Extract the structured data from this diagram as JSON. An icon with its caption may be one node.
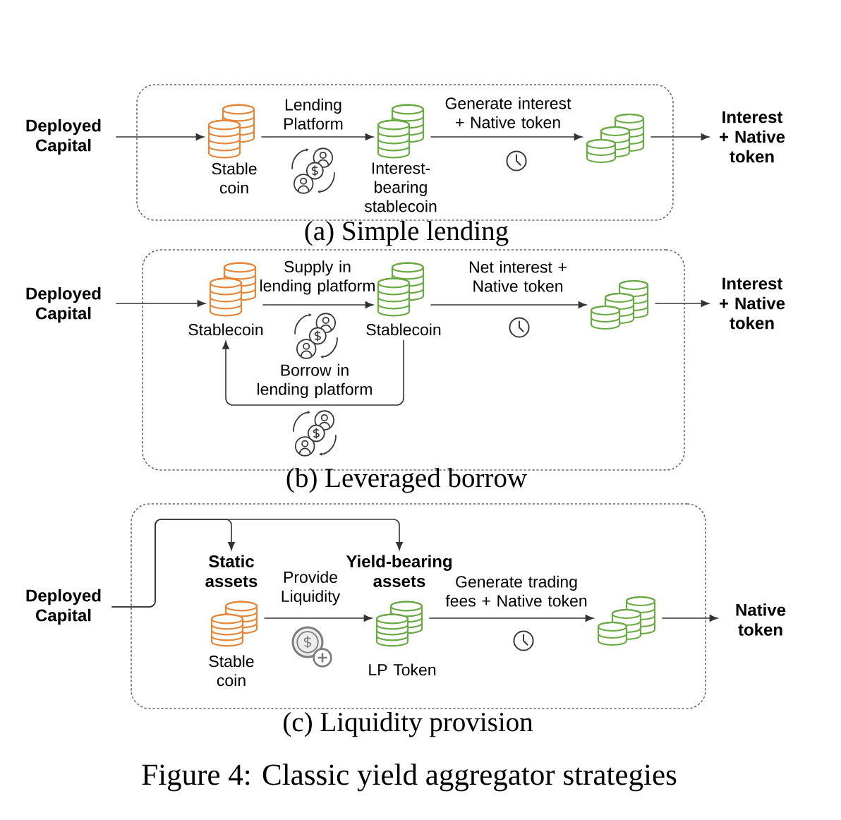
{
  "diagram": {
    "caption": "Figure 4: Classic yield aggregator strategies",
    "nodes": [
      {
        "text": [
          "(a) Simple lending"
        ]
      },
      {
        "text": [
          "Deployed Capital"
        ]
      },
      {
        "text": [],
        "shape": "picture",
        "beside": [
          "Stable coin"
        ],
        "in": 0
      },
      {
        "text": [],
        "shape": "picture",
        "beside": [
          "Interest-bearing stablecoin"
        ],
        "in": 0
      },
      {
        "text": [],
        "shape": "picture",
        "in": 0
      },
      {
        "text": [
          "Interest + Native token"
        ]
      },
      {
        "text": [
          "(b) Leveraged borrow"
        ]
      },
      {
        "text": [
          "Deployed Capital"
        ]
      },
      {
        "text": [],
        "shape": "picture",
        "beside": [
          "Stablecoin"
        ],
        "in": 6
      },
      {
        "text": [],
        "shape": "picture",
        "beside": [
          "Stablecoin"
        ],
        "in": 6
      },
      {
        "text": [],
        "shape": "picture",
        "in": 6
      },
      {
        "text": [
          "Interest + Native token"
        ]
      },
      {
        "text": [
          "(c) Liquidity provision"
        ]
      },
      {
        "text": [
          "Deployed Capital"
        ]
      },
      {
        "text": [],
        "shape": "picture",
        "beside": [
          "Static assets",
          "Stable coin"
        ],
        "in": 12
      },
      {
        "text": [],
        "shape": "picture",
        "beside": [
          "Yield-bearing assets",
          "LP Token"
        ],
        "in": 12
      },
      {
        "text": [],
        "shape": "picture",
        "in": 12
      },
      {
        "text": [
          "Native token"
        ]
      }
    ],
    "edges": [
      {
        "from": 1,
        "to": 2,
        "arrow": "to"
      },
      {
        "from": 2,
        "to": 3,
        "arrow": "to",
        "label": "Lending Platform"
      },
      {
        "from": 3,
        "to": 4,
        "arrow": "to",
        "label": "Generate interest + Native token"
      },
      {
        "from": 4,
        "to": 5,
        "arrow": "to"
      },
      {
        "from": 7,
        "to": 8,
        "arrow": "to"
      },
      {
        "from": 8,
        "to": 9,
        "arrow": "to",
        "label": "Supply in lending platform"
      },
      {
        "from": 9,
        "to": 8,
        "arrow": "to",
        "label": "Borrow in lending platform"
      },
      {
        "from": 9,
        "to": 10,
        "arrow": "to",
        "label": "Net interest + Native token"
      },
      {
        "from": 10,
        "to": 11,
        "arrow": "to"
      },
      {
        "from": 13,
        "to": 14,
        "arrow": "to"
      },
      {
        "from": 13,
        "to": 15,
        "arrow": "to"
      },
      {
        "from": 14,
        "to": 15,
        "arrow": "to",
        "label": "Provide Liquidity"
      },
      {
        "from": 15,
        "to": 16,
        "arrow": "to",
        "label": "Generate trading fees + Native token"
      },
      {
        "from": 16,
        "to": 17,
        "arrow": "to"
      }
    ]
  }
}
